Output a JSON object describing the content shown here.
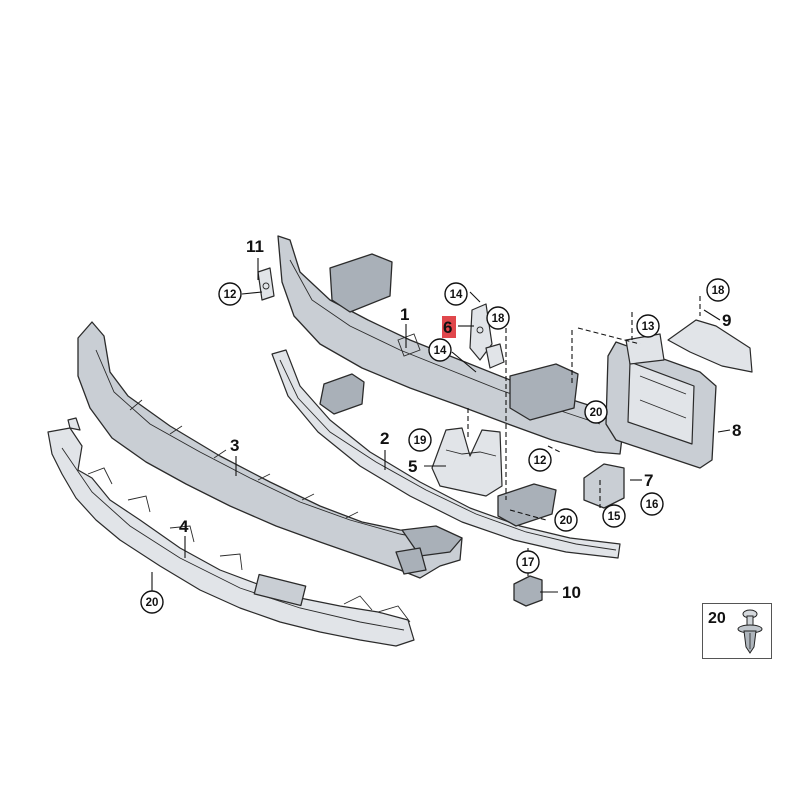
{
  "labels": [
    {
      "id": "p1",
      "text": "1",
      "style": "plain"
    },
    {
      "id": "p2",
      "text": "2",
      "style": "plain"
    },
    {
      "id": "p3",
      "text": "3",
      "style": "plain"
    },
    {
      "id": "p4",
      "text": "4",
      "style": "plain"
    },
    {
      "id": "p5",
      "text": "5",
      "style": "plain"
    },
    {
      "id": "p6",
      "text": "6",
      "style": "highlight"
    },
    {
      "id": "p7",
      "text": "7",
      "style": "plain"
    },
    {
      "id": "p8",
      "text": "8",
      "style": "plain"
    },
    {
      "id": "p9",
      "text": "9",
      "style": "plain"
    },
    {
      "id": "p10",
      "text": "10",
      "style": "plain"
    },
    {
      "id": "p11",
      "text": "11",
      "style": "plain"
    },
    {
      "id": "c12a",
      "text": "12",
      "style": "circled"
    },
    {
      "id": "c12b",
      "text": "12",
      "style": "circled"
    },
    {
      "id": "c13",
      "text": "13",
      "style": "circled"
    },
    {
      "id": "c14a",
      "text": "14",
      "style": "circled"
    },
    {
      "id": "c14b",
      "text": "14",
      "style": "circled"
    },
    {
      "id": "c15",
      "text": "15",
      "style": "circled"
    },
    {
      "id": "c16",
      "text": "16",
      "style": "circled"
    },
    {
      "id": "c17",
      "text": "17",
      "style": "circled"
    },
    {
      "id": "c18a",
      "text": "18",
      "style": "circled"
    },
    {
      "id": "c18b",
      "text": "18",
      "style": "circled"
    },
    {
      "id": "c19",
      "text": "19",
      "style": "circled"
    },
    {
      "id": "c20a",
      "text": "20",
      "style": "circled"
    },
    {
      "id": "c20b",
      "text": "20",
      "style": "circled"
    },
    {
      "id": "c20c",
      "text": "20",
      "style": "circled"
    }
  ],
  "legend": {
    "number": "20",
    "icon": "push-rivet-icon"
  },
  "colors": {
    "highlight": "#e0474c",
    "part": "#c9ced4",
    "line": "#111111"
  }
}
